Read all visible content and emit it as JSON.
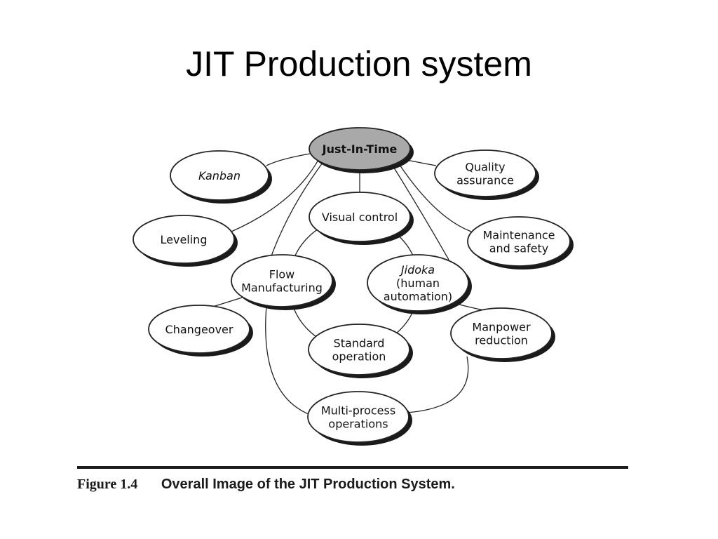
{
  "title": "JIT Production system",
  "colors": {
    "hub_fill": "#a9a9a9",
    "node_fill": "#ffffff",
    "stroke": "#222222",
    "shadow": "#1a1a1a"
  },
  "nodes": [
    {
      "id": "jit",
      "lines": [
        "Just-In-Time"
      ],
      "style": "bold",
      "hub": true
    },
    {
      "id": "kanban",
      "lines": [
        "Kanban"
      ],
      "style": "italic"
    },
    {
      "id": "quality",
      "lines": [
        "Quality",
        "assurance"
      ]
    },
    {
      "id": "visual",
      "lines": [
        "Visual control"
      ]
    },
    {
      "id": "leveling",
      "lines": [
        "Leveling"
      ]
    },
    {
      "id": "maintenance",
      "lines": [
        "Maintenance",
        "and safety"
      ]
    },
    {
      "id": "flow",
      "lines": [
        "Flow",
        "Manufacturing"
      ]
    },
    {
      "id": "jidoka",
      "lines": [
        "Jidoka",
        "(human",
        "automation)"
      ],
      "italic_first": true
    },
    {
      "id": "changeover",
      "lines": [
        "Changeover"
      ]
    },
    {
      "id": "manpower",
      "lines": [
        "Manpower",
        "reduction"
      ]
    },
    {
      "id": "standard",
      "lines": [
        "Standard",
        "operation"
      ]
    },
    {
      "id": "multi",
      "lines": [
        "Multi-process",
        "operations"
      ]
    }
  ],
  "caption": {
    "label": "Figure 1.4",
    "text": "Overall Image of the JIT Production System."
  }
}
